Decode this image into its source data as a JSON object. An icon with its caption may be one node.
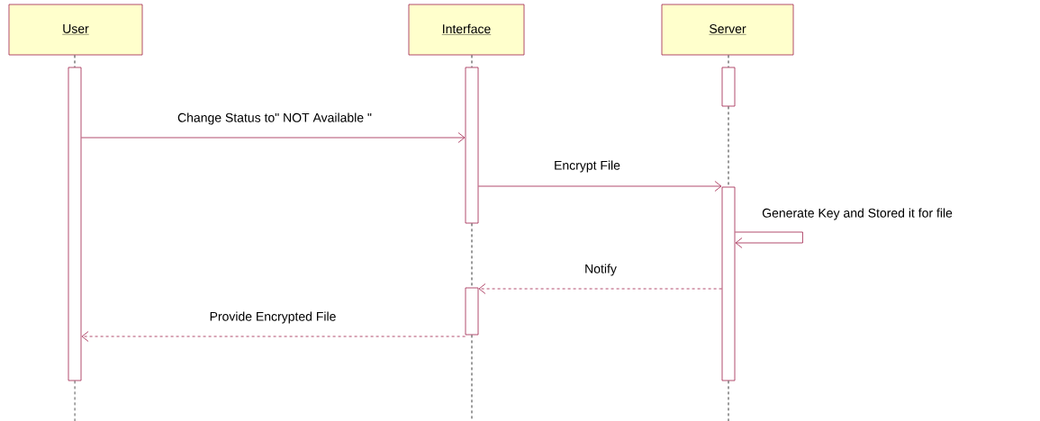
{
  "diagram": {
    "nodes": [
      {
        "text": [
          "User"
        ]
      },
      {
        "text": [
          "Interface"
        ]
      },
      {
        "text": [
          "Server"
        ]
      },
      {
        "text": [],
        "shape": "bar"
      },
      {
        "text": [],
        "shape": "bar"
      },
      {
        "text": [],
        "shape": "bar"
      },
      {
        "text": [],
        "shape": "bar"
      },
      {
        "text": [],
        "shape": "bar"
      }
    ],
    "edges": [
      {
        "from": 3,
        "to": 4,
        "arrow": "to",
        "label": "Change Status to\" NOT Available \"",
        "color": "#a0204a"
      },
      {
        "from": 4,
        "to": 6,
        "arrow": "to",
        "label": "Encrypt File",
        "color": "#a0204a"
      },
      {
        "from": 6,
        "to": 6,
        "arrow": "to",
        "label": "Generate Key and Stored it for file",
        "color": "#a0204a"
      },
      {
        "from": 6,
        "to": 7,
        "arrow": "to",
        "label": "Notify",
        "style": "dashed",
        "color": "#a0204a"
      },
      {
        "from": 7,
        "to": 3,
        "arrow": "to",
        "label": "Provide Encrypted File",
        "style": "dashed",
        "color": "#a0204a"
      },
      {
        "from": 0,
        "to": 3,
        "arrow": "none",
        "style": "dashed"
      },
      {
        "from": 3,
        "to": null,
        "arrow": "none",
        "style": "dashed"
      },
      {
        "from": 1,
        "to": 4,
        "arrow": "none",
        "style": "dashed"
      },
      {
        "from": 4,
        "to": 7,
        "arrow": "none",
        "style": "dashed"
      },
      {
        "from": 7,
        "to": null,
        "arrow": "none",
        "style": "dashed"
      },
      {
        "from": 2,
        "to": 5,
        "arrow": "none",
        "style": "dashed"
      },
      {
        "from": 5,
        "to": 6,
        "arrow": "none",
        "style": "dashed"
      },
      {
        "from": 6,
        "to": null,
        "arrow": "none",
        "style": "dashed"
      }
    ]
  }
}
